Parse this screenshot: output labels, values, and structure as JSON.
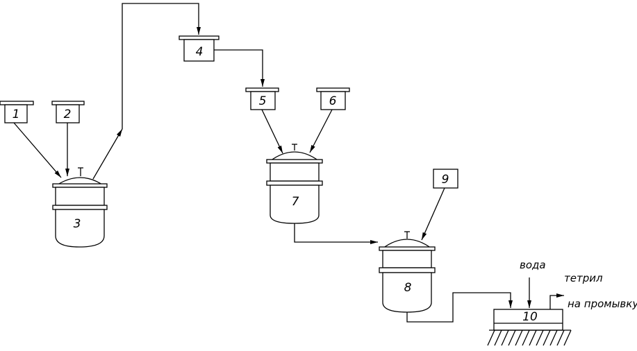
{
  "diagram": {
    "nodes": [
      {
        "id": "n1",
        "label": "1",
        "kind": "hopper"
      },
      {
        "id": "n2",
        "label": "2",
        "kind": "hopper"
      },
      {
        "id": "n3",
        "label": "3",
        "kind": "reactor"
      },
      {
        "id": "n4",
        "label": "4",
        "kind": "hopper"
      },
      {
        "id": "n5",
        "label": "5",
        "kind": "hopper"
      },
      {
        "id": "n6",
        "label": "6",
        "kind": "hopper"
      },
      {
        "id": "n7",
        "label": "7",
        "kind": "reactor"
      },
      {
        "id": "n8",
        "label": "8",
        "kind": "reactor"
      },
      {
        "id": "n9",
        "label": "9",
        "kind": "box"
      },
      {
        "id": "n10",
        "label": "10",
        "kind": "filter"
      }
    ],
    "edges": [
      {
        "from": "n1",
        "to": "n3"
      },
      {
        "from": "n2",
        "to": "n3"
      },
      {
        "from": "n3",
        "to": "n4"
      },
      {
        "from": "n4",
        "to": "n5"
      },
      {
        "from": "n5",
        "to": "n7"
      },
      {
        "from": "n6",
        "to": "n7"
      },
      {
        "from": "n7",
        "to": "n8"
      },
      {
        "from": "n9",
        "to": "n8"
      },
      {
        "from": "n8",
        "to": "n10"
      }
    ],
    "annotations": {
      "water_in": "вода",
      "product_out": "тетрил",
      "wash_out": "на промывку"
    }
  }
}
